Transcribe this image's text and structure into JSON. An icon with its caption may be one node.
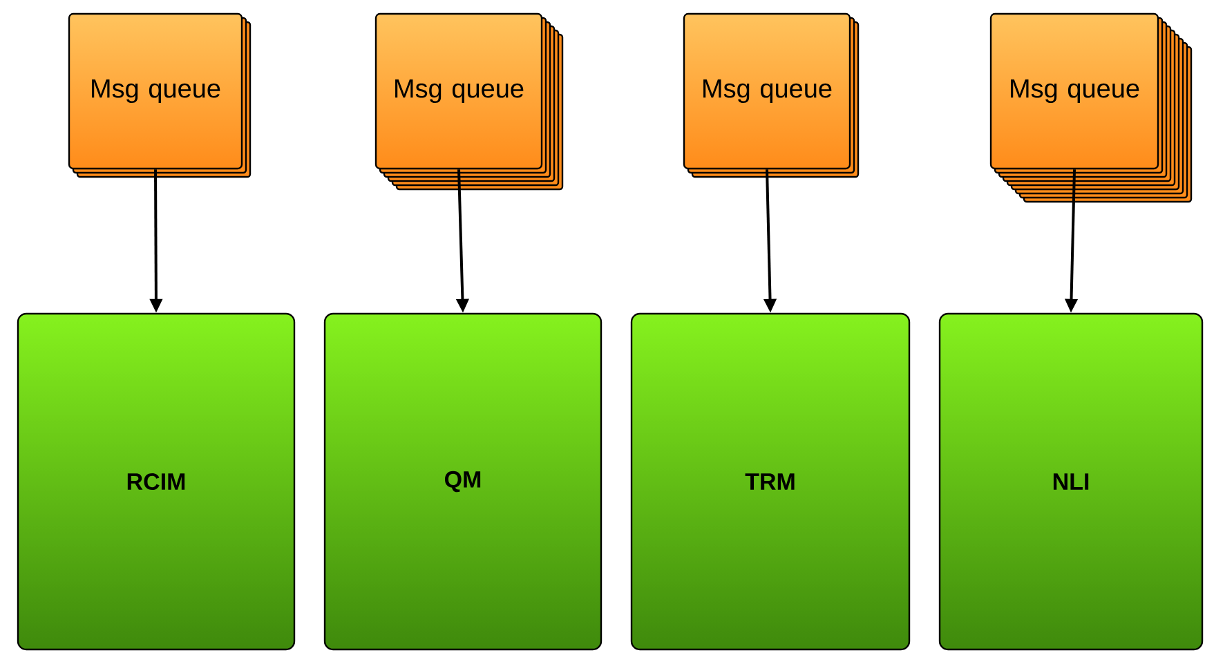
{
  "diagram": {
    "nodes": [
      {
        "text": [
          "Msg queue"
        ]
      },
      {
        "text": [
          "Msg queue"
        ]
      },
      {
        "text": [
          "Msg queue"
        ]
      },
      {
        "text": [
          "Msg queue"
        ]
      },
      {
        "text": [
          "RCIM"
        ]
      },
      {
        "text": [
          "QM"
        ]
      },
      {
        "text": [
          "TRM"
        ]
      },
      {
        "text": [
          "NLI"
        ]
      }
    ],
    "edges": [
      {
        "from": 0,
        "to": 4,
        "arrow": "to"
      },
      {
        "from": 1,
        "to": 5,
        "arrow": "to"
      },
      {
        "from": 2,
        "to": 6,
        "arrow": "to"
      },
      {
        "from": 3,
        "to": 7,
        "arrow": "to"
      }
    ]
  }
}
